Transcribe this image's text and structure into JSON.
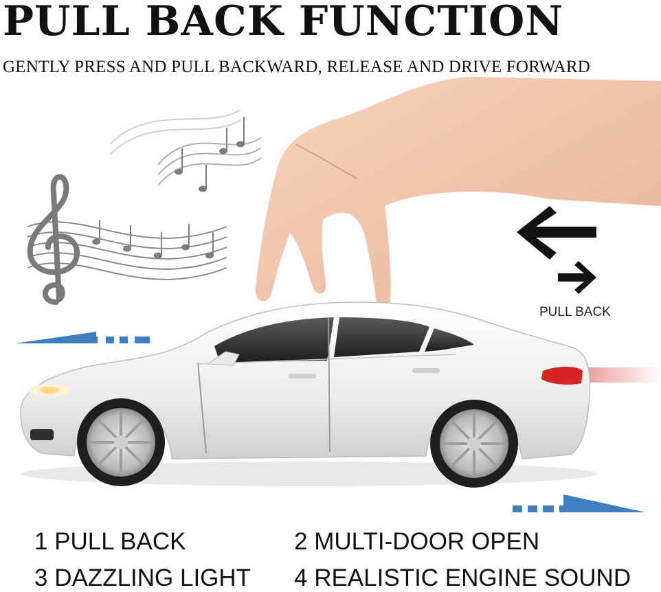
{
  "header": {
    "title": "PULL BACK FUNCTION",
    "subtitle": "GENTLY PRESS AND PULL BACKWARD, RELEASE AND DRIVE FORWARD"
  },
  "illustration": {
    "pull_back_label": "PULL BACK",
    "icons": [
      "music-notes-icon",
      "treble-clef-icon",
      "hand-icon",
      "toy-car-icon",
      "arrow-left-icon",
      "arrow-right-icon",
      "motion-arrow-icon"
    ],
    "colors": {
      "car_body": "#f2f2f2",
      "motion_arrow": "#3f7fc0",
      "notes": "#8a8a8a",
      "hand": "#f0c4a8"
    }
  },
  "features": [
    {
      "label": "1 PULL BACK"
    },
    {
      "label": "2  MULTI-DOOR OPEN"
    },
    {
      "label": "3 DAZZLING LIGHT"
    },
    {
      "label": "4  REALISTIC ENGINE SOUND"
    }
  ]
}
